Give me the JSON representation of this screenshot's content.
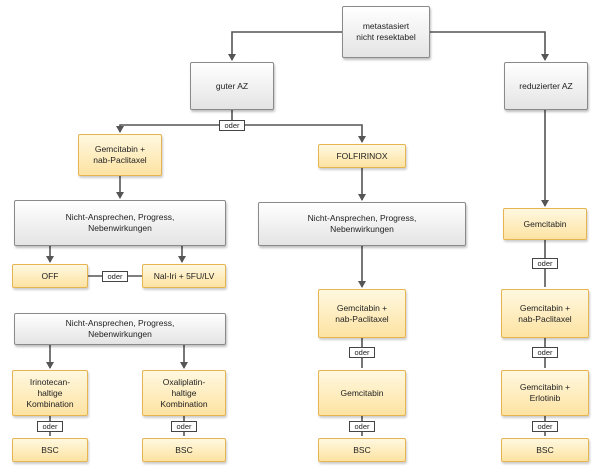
{
  "nodes": {
    "root": "metastasiert\nnicht resektabel",
    "good": "guter AZ",
    "reduced": "reduzierter AZ",
    "gem_nab": "Gemcitabin +\nnab-Paclitaxel",
    "folfirinox": "FOLFIRINOX",
    "nonresp_left": "Nicht-Ansprechen, Progress,\nNebenwirkungen",
    "nonresp_mid": "Nicht-Ansprechen, Progress,\nNebenwirkungen",
    "gem_right": "Gemcitabin",
    "off": "OFF",
    "nal_iri": "Nal-Iri   + 5FU/LV",
    "nonresp_left2": "Nicht-Ansprechen, Progress,\nNebenwirkungen",
    "gem_nab_mid": "Gemcitabin +\nnab-Paclitaxel",
    "gem_nab_right": "Gemcitabin +\nnab-Paclitaxel",
    "irinotecan": "Irinotecan-\nhaltige\nKombination",
    "oxaliplatin": "Oxaliplatin-\nhaltige\nKombination",
    "gem_mid": "Gemcitabin",
    "gem_erlotinib": "Gemcitabin +\nErlotinib",
    "bsc_1": "BSC",
    "bsc_2": "BSC",
    "bsc_3": "BSC",
    "bsc_4": "BSC"
  },
  "connectors": {
    "oder_top": "oder",
    "oder_off_nal": "oder",
    "oder_irino_bsc": "oder",
    "oder_oxali_bsc": "oder",
    "oder_mid_1": "oder",
    "oder_mid_2": "oder",
    "oder_right_1": "oder",
    "oder_right_2": "oder",
    "oder_right_3": "oder"
  },
  "colors": {
    "gray_fill": "#e8e8e8",
    "gray_border": "#8a8a8a",
    "yellow_fill": "#fde7ad",
    "yellow_border": "#e6b450",
    "line": "#555555"
  }
}
